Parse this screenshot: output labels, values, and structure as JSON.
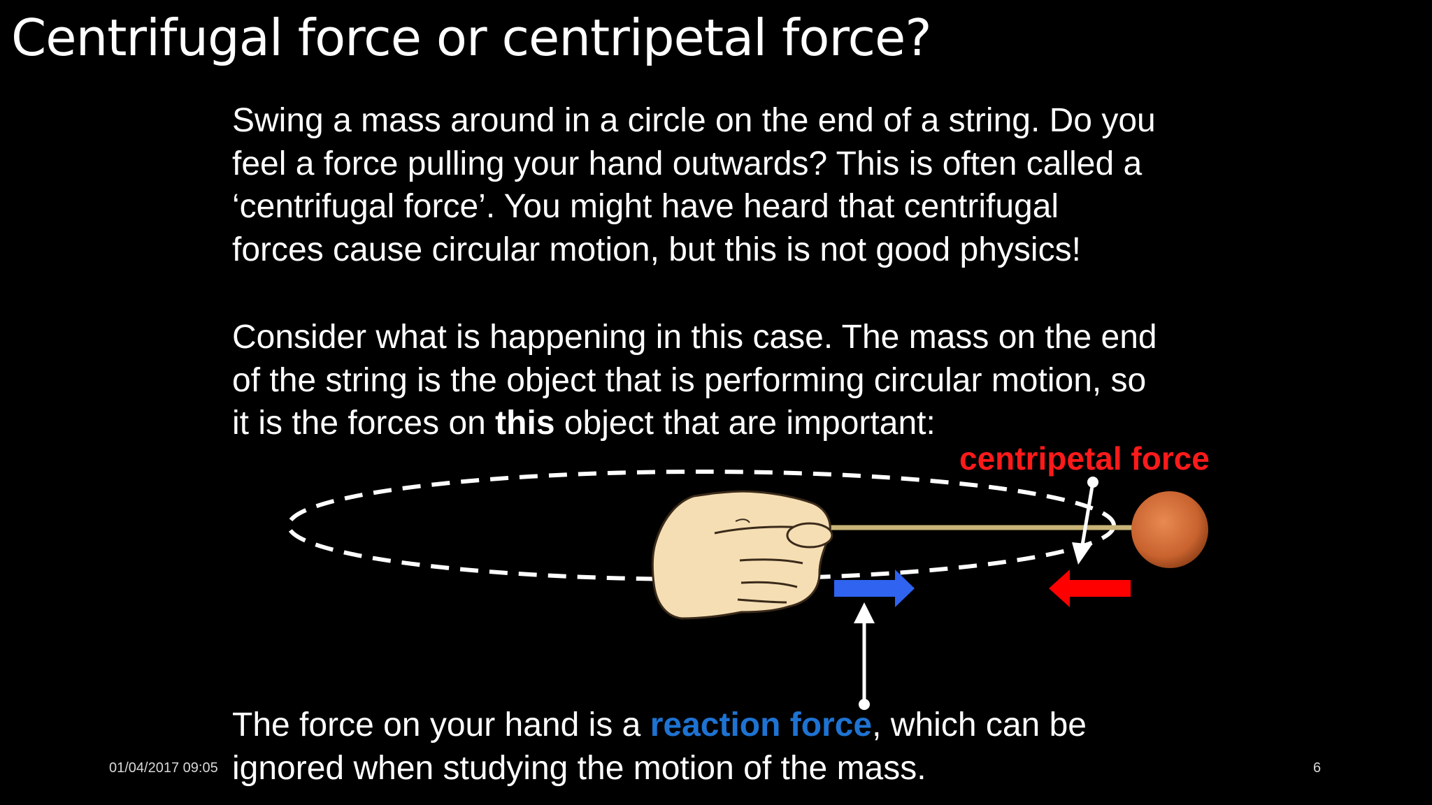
{
  "slide": {
    "title": "Centrifugal force or centripetal force?",
    "paragraph1": [
      "Swing a mass around in a circle on the end of a string. Do you",
      "feel a force pulling your hand outwards? This is often called a",
      "‘centrifugal force’. You might have heard that centrifugal",
      "forces cause circular motion, but this is not good physics!"
    ],
    "paragraph2": {
      "line1": "Consider what is happening in this case. The mass on the end",
      "line2": "of the string is the object that is performing circular motion, so",
      "line3_before": "it is the forces on ",
      "line3_bold": "this",
      "line3_after": " object that are important:"
    },
    "paragraph3": {
      "line1_before": "The force on your hand is a ",
      "line1_highlight": "reaction force",
      "line1_after": ", which can be",
      "line2": "ignored when studying the motion of the mass."
    }
  },
  "diagram": {
    "centripetal_label": "centripetal force",
    "colors": {
      "centripetal_arrow": "#ff0000",
      "reaction_arrow": "#2f63f0",
      "orbit": "#ffffff",
      "string": "#c8b478",
      "mass": "#c8622e",
      "hand": "#f5deb3",
      "label_red": "#ff1a1a",
      "label_blue": "#1e73d2"
    }
  },
  "footer": {
    "date": "01/04/2017 09:05",
    "page_number": "6"
  }
}
